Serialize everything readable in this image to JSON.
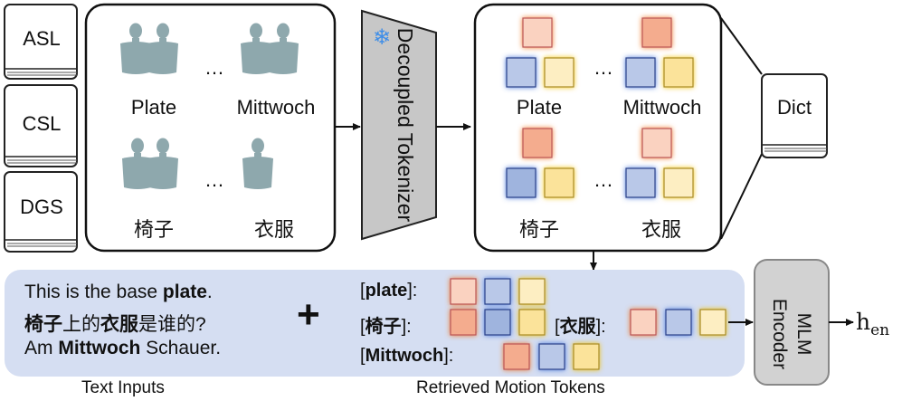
{
  "colors": {
    "orange": "#f4a07e",
    "orange_glow": "#f0701f",
    "blue": "#8fa9d8",
    "blue_glow": "#3f6fd8",
    "yellow": "#fbe39a",
    "yellow_glow": "#f0c000",
    "panel_blue": "#d5def2",
    "encoder_gray": "#d2d2d2",
    "tokenizer_gray": "#c7c7c7"
  },
  "books": [
    "ASL",
    "CSL",
    "DGS"
  ],
  "left_panel": {
    "words": [
      "Plate",
      "Mittwoch",
      "椅子",
      "衣服"
    ],
    "ellipsis": "…"
  },
  "tokenizer": {
    "icon": "snowflake-icon",
    "label": "Decoupled Tokenizer"
  },
  "right_panel": {
    "words": [
      "Plate",
      "Mittwoch",
      "椅子",
      "衣服"
    ],
    "ellipsis": "…"
  },
  "dict": {
    "label": "Dict"
  },
  "text_inputs": {
    "line1": {
      "pre": "This is the base ",
      "bold": "plate",
      "post": "."
    },
    "line2": {
      "b1": "椅子",
      "m1": "上的",
      "b2": "衣服",
      "post": "是谁的?"
    },
    "line3": {
      "pre": "Am ",
      "bold": "Mittwoch",
      "post": " Schauer."
    },
    "plus": "+",
    "caption": "Text Inputs"
  },
  "retrieved": {
    "rows": [
      {
        "open": "[",
        "key": "plate",
        "close": "]:"
      },
      {
        "open": "[",
        "key": "椅子",
        "close": "]:"
      },
      {
        "open": "[",
        "key": "衣服",
        "close": "]:"
      },
      {
        "open": "[",
        "key": "Mittwoch",
        "close": "]:"
      }
    ],
    "caption": "Retrieved Motion Tokens"
  },
  "encoder": {
    "label_top": "MLM",
    "label_bottom": "Encoder"
  },
  "output": {
    "h": "h",
    "sub": "en"
  }
}
